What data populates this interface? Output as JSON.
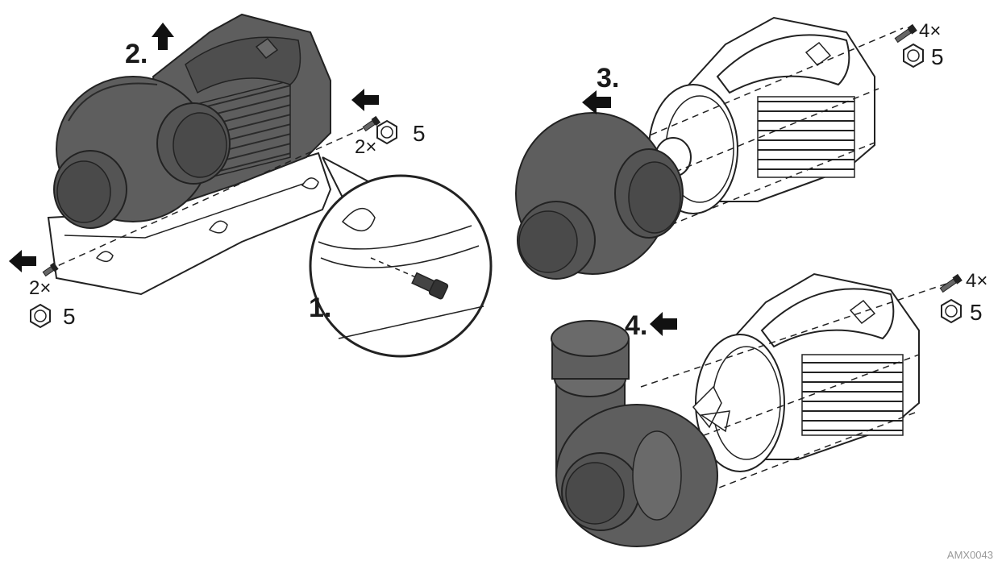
{
  "steps": {
    "step1": "1.",
    "step2": "2.",
    "step3": "3.",
    "step4": "4."
  },
  "fasteners": {
    "top_left_qty": "2×",
    "top_left_size": "5",
    "bottom_left_qty": "2×",
    "bottom_left_size": "5",
    "step3_qty": "4×",
    "step3_size": "5",
    "step4_qty": "4×",
    "step4_size": "5"
  },
  "figure_code": "AMX0043",
  "colors": {
    "dark_part": "#5e5e5e",
    "dark_part_shadow": "#3f3f3f",
    "outline": "#222222",
    "light_part": "#ffffff"
  }
}
